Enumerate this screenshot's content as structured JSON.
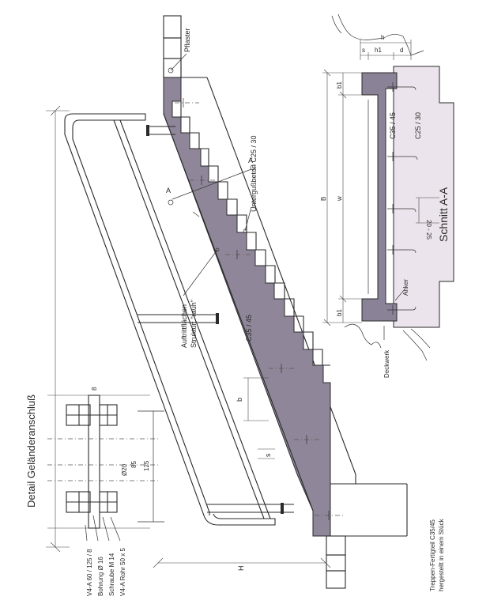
{
  "labels": {
    "pflaster": "Pflaster",
    "untergussbeton": "Untergußbeton C25 / 30",
    "auftrittflaechen": "Auftrittflächen",
    "struktur": "Struktur: \"rauh\"",
    "c35_stair": "C35 / 45",
    "section_a": "A",
    "dim_b": "b",
    "dim_s": "s",
    "dim_H": "H",
    "detail_title": "Detail Geländeranschluß",
    "detail_dims": [
      "8",
      "Ø20",
      "85",
      "125"
    ],
    "detail_items": [
      "V4-A 60 / 125 / 8",
      "Bohrung Ø 16",
      "Schraube M 14",
      "V4-A Rohr 50 x 5"
    ],
    "fertigteil_line1": "Treppen-Fertigteil C35/45",
    "fertigteil_line2": "hergestellt in einem Stück",
    "deckwerk": "Deckwerk",
    "schnitt_title": "Schnitt A-A",
    "schnitt_c35": "C35 / 45",
    "schnitt_c25": "C25 / 30",
    "anker": "Anker",
    "schnitt_dims": {
      "h": "h",
      "s": "s",
      "h1": "h1",
      "d": "d",
      "b1_top": "b1",
      "B": "B",
      "w": "w",
      "b1_bottom": "b1",
      "gap": "20 - 25"
    }
  },
  "colors": {
    "stair_fill": "#8f8799",
    "stair_fill_dark": "#7d7488",
    "section_fill_light": "#ece4ec",
    "section_fill_dark": "#8a8296",
    "ink": "#2a2a2a"
  }
}
